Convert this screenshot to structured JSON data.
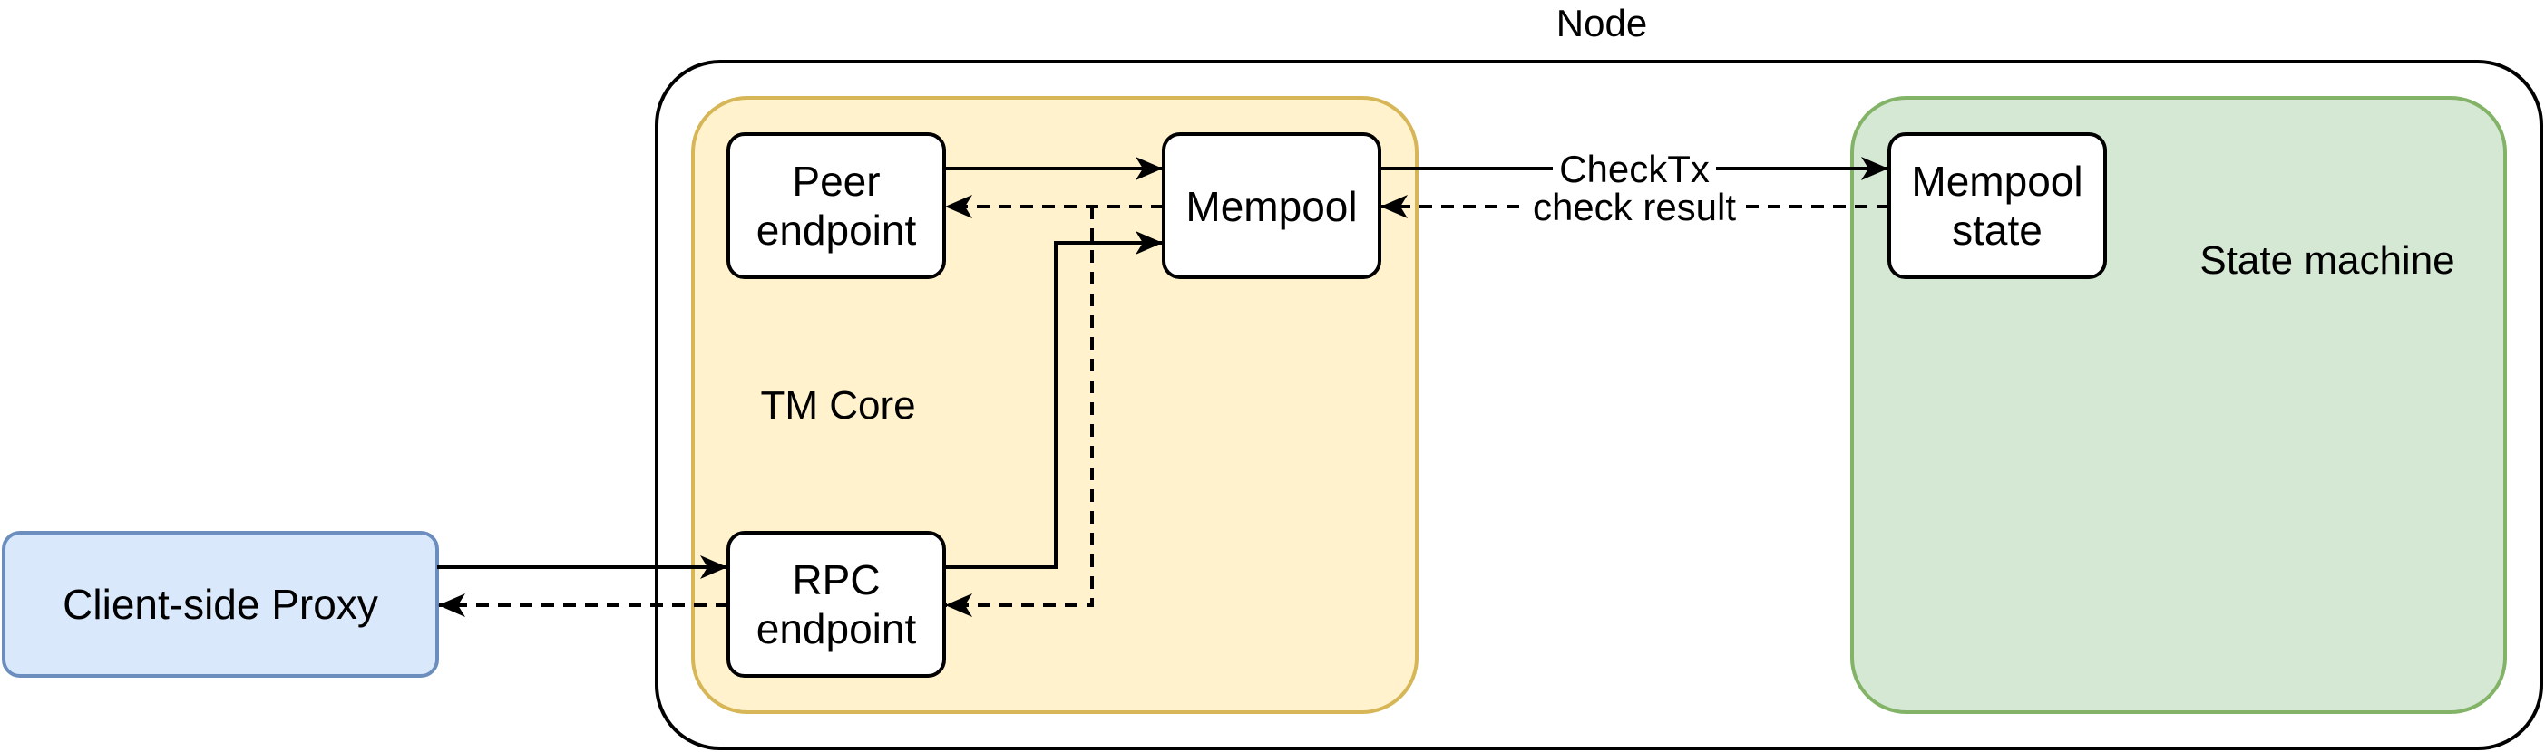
{
  "diagram": {
    "node": {
      "label": "Node"
    },
    "tm_core": {
      "label": "TM Core",
      "fill": "#fff2cc",
      "stroke": "#d6b656"
    },
    "state_machine_region": {
      "label": "State machine",
      "fill": "#d5e8d4",
      "stroke": "#82b366"
    },
    "client_proxy": {
      "label": "Client-side Proxy",
      "fill": "#dae8fc",
      "stroke": "#6c8ebf"
    },
    "peer_endpoint": {
      "line1": "Peer",
      "line2": "endpoint"
    },
    "rpc_endpoint": {
      "line1": "RPC",
      "line2": "endpoint"
    },
    "mempool": {
      "label": "Mempool"
    },
    "mempool_state": {
      "line1": "Mempool",
      "line2": "state"
    },
    "edges": {
      "checktx": "CheckTx",
      "check_result": "check result"
    }
  }
}
